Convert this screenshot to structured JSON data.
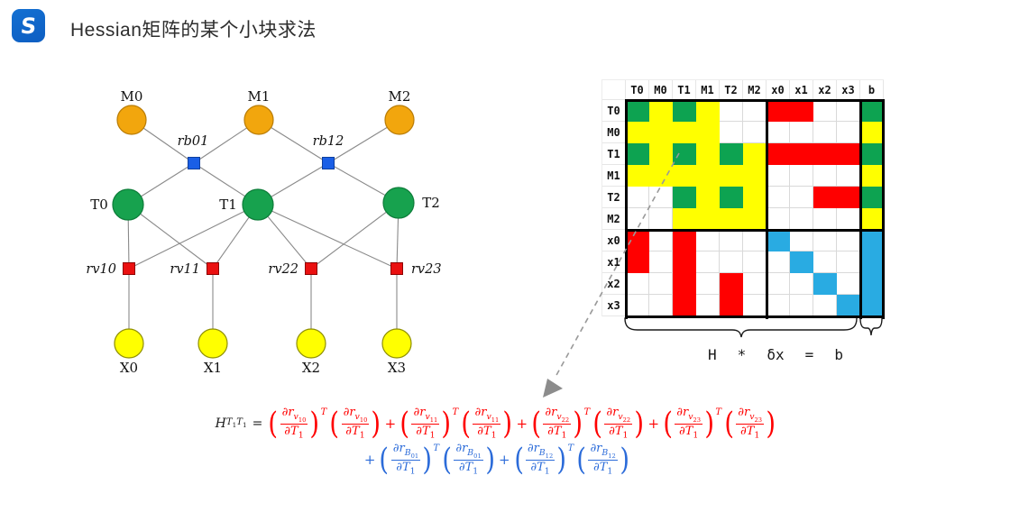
{
  "header": {
    "logo_text": "S",
    "title": "Hessian矩阵的某个小块求法"
  },
  "graph": {
    "nodes": [
      {
        "id": "M0",
        "label": "M0",
        "kind": "map"
      },
      {
        "id": "M1",
        "label": "M1",
        "kind": "map"
      },
      {
        "id": "M2",
        "label": "M2",
        "kind": "map"
      },
      {
        "id": "T0",
        "label": "T0",
        "kind": "pose"
      },
      {
        "id": "T1",
        "label": "T1",
        "kind": "pose"
      },
      {
        "id": "T2",
        "label": "T2",
        "kind": "pose"
      },
      {
        "id": "X0",
        "label": "X0",
        "kind": "point"
      },
      {
        "id": "X1",
        "label": "X1",
        "kind": "point"
      },
      {
        "id": "X2",
        "label": "X2",
        "kind": "point"
      },
      {
        "id": "X3",
        "label": "X3",
        "kind": "point"
      },
      {
        "id": "rb01",
        "label": "rb01",
        "kind": "factor_b"
      },
      {
        "id": "rb12",
        "label": "rb12",
        "kind": "factor_b"
      },
      {
        "id": "rv10",
        "label": "rv10",
        "kind": "factor_v"
      },
      {
        "id": "rv11",
        "label": "rv11",
        "kind": "factor_v"
      },
      {
        "id": "rv22",
        "label": "rv22",
        "kind": "factor_v"
      },
      {
        "id": "rv23",
        "label": "rv23",
        "kind": "factor_v"
      }
    ],
    "edges": [
      [
        "M0",
        "rb01"
      ],
      [
        "M1",
        "rb01"
      ],
      [
        "T0",
        "rb01"
      ],
      [
        "T1",
        "rb01"
      ],
      [
        "M1",
        "rb12"
      ],
      [
        "M2",
        "rb12"
      ],
      [
        "T1",
        "rb12"
      ],
      [
        "T2",
        "rb12"
      ],
      [
        "T0",
        "rv10"
      ],
      [
        "T1",
        "rv10"
      ],
      [
        "T0",
        "rv11"
      ],
      [
        "T1",
        "rv11"
      ],
      [
        "T1",
        "rv22"
      ],
      [
        "T2",
        "rv22"
      ],
      [
        "T1",
        "rv23"
      ],
      [
        "T2",
        "rv23"
      ],
      [
        "rv10",
        "X0"
      ],
      [
        "rv11",
        "X1"
      ],
      [
        "rv22",
        "X2"
      ],
      [
        "rv23",
        "X3"
      ]
    ],
    "node_colors": {
      "map": "#f2a60d",
      "pose": "#17a24e",
      "point": "#ffff00",
      "factor_b": "#1a5fe6",
      "factor_v": "#ea1010"
    }
  },
  "matrix": {
    "col_headers": [
      "T0",
      "M0",
      "T1",
      "M1",
      "T2",
      "M2",
      "x0",
      "x1",
      "x2",
      "x3",
      "b"
    ],
    "row_headers": [
      "T0",
      "M0",
      "T1",
      "M1",
      "T2",
      "M2",
      "x0",
      "x1",
      "x2",
      "x3"
    ],
    "cells": [
      "gygywwrrwwg",
      "yyyywwwwwwy",
      "gygygyrrrrg",
      "yyyyyywwwwy",
      "wwgygywwrrg",
      "wwyyyywwwwy",
      "rwrwwwcwwwc",
      "rwrwwwwcwwc",
      "wwrwrwwwcwc",
      "wwrwrwwwwcc"
    ],
    "color_map": {
      "g": "#0da351",
      "y": "#ffff00",
      "r": "#ff0000",
      "c": "#29abe2",
      "w": "#ffffff"
    }
  },
  "equation": {
    "h": "H",
    "times": "*",
    "delta_x": "δx",
    "equals": "=",
    "b": "b"
  },
  "formula": {
    "lhs_base": "H",
    "lhs_subs": [
      {
        "b": "T",
        "s": "1"
      },
      {
        "b": "T",
        "s": "1"
      }
    ],
    "equals": "=",
    "plus": "+",
    "transpose": "T",
    "partial": "∂",
    "line1_color": "#ff0000",
    "line2_color": "#2b6bd9",
    "line1": [
      {
        "res": "r",
        "res_sub": "v",
        "res_subsub": "10",
        "wrt": "T",
        "wrt_sub": "1"
      },
      {
        "res": "r",
        "res_sub": "v",
        "res_subsub": "11",
        "wrt": "T",
        "wrt_sub": "1"
      },
      {
        "res": "r",
        "res_sub": "v",
        "res_subsub": "22",
        "wrt": "T",
        "wrt_sub": "1"
      },
      {
        "res": "r",
        "res_sub": "v",
        "res_subsub": "23",
        "wrt": "T",
        "wrt_sub": "1"
      }
    ],
    "line2": [
      {
        "res": "r",
        "res_sub": "B",
        "res_subsub": "01",
        "wrt": "T",
        "wrt_sub": "1"
      },
      {
        "res": "r",
        "res_sub": "B",
        "res_subsub": "12",
        "wrt": "T",
        "wrt_sub": "1"
      }
    ]
  }
}
